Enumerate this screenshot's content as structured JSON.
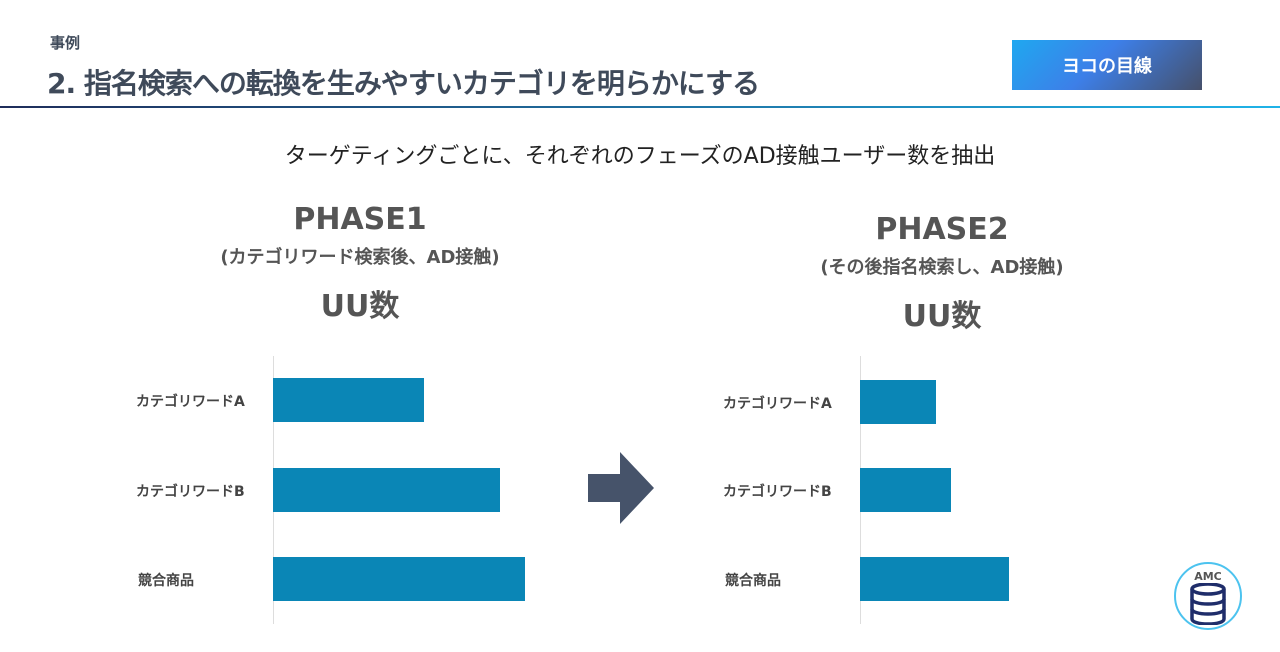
{
  "header": {
    "category": "事例",
    "title": "2. 指名検索への転換を生みやすいカテゴリを明らかにする",
    "badge": "ヨコの目線"
  },
  "subtitle": "ターゲティングごとに、それぞれのフェーズのAD接触ユーザー数を抽出",
  "logo": {
    "text": "AMC",
    "icon": "database-icon"
  },
  "chart_data": [
    {
      "type": "bar",
      "orientation": "horizontal",
      "title": "PHASE1",
      "subtitle": "(カテゴリワード検索後、AD接触)",
      "ylabel": "UU数",
      "categories": [
        "カテゴリワードA",
        "カテゴリワードB",
        "競合商品"
      ],
      "values": [
        0.6,
        0.9,
        1.0
      ],
      "xlim": [
        0,
        1.0
      ]
    },
    {
      "type": "bar",
      "orientation": "horizontal",
      "title": "PHASE2",
      "subtitle": "(その後指名検索し、AD接触)",
      "ylabel": "UU数",
      "categories": [
        "カテゴリワードA",
        "カテゴリワードB",
        "競合商品"
      ],
      "values": [
        0.3,
        0.36,
        0.59
      ],
      "xlim": [
        0,
        1.0
      ]
    }
  ],
  "colors": {
    "bar": "#0a86b6",
    "arrow": "#46536a"
  }
}
